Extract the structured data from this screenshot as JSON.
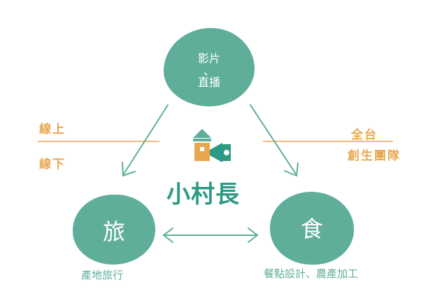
{
  "diagram": {
    "top_node": {
      "line1": "影片",
      "line2": "、",
      "line3": "直播"
    },
    "left_node": {
      "label": "旅",
      "caption": "產地旅行"
    },
    "right_node": {
      "label": "食",
      "caption": "餐點設計、農產加工"
    },
    "left_side_labels": {
      "upper": "線上",
      "lower": "線下"
    },
    "right_side_labels": {
      "line1": "全台",
      "line2": "創生團隊"
    },
    "logo": {
      "text": "小村長",
      "icon": "village-chief-megaphone-icon"
    },
    "colors": {
      "teal": "#5fae9a",
      "orange": "#e7a74f",
      "logo_teal": "#2e9a83",
      "logo_orange": "#e7a74f"
    }
  }
}
